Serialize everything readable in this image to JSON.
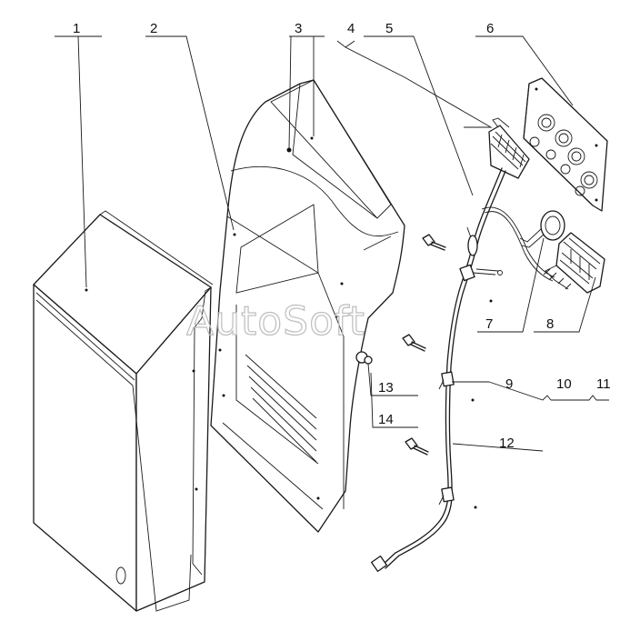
{
  "watermark": "AutoSoft",
  "callouts": [
    "1",
    "2",
    "3",
    "4",
    "5",
    "6",
    "7",
    "8",
    "9",
    "10",
    "11",
    "12",
    "13",
    "14"
  ],
  "colors": {
    "ink": "#1a1a1a",
    "watermark": "#bdbdbd",
    "background": "#ffffff"
  }
}
